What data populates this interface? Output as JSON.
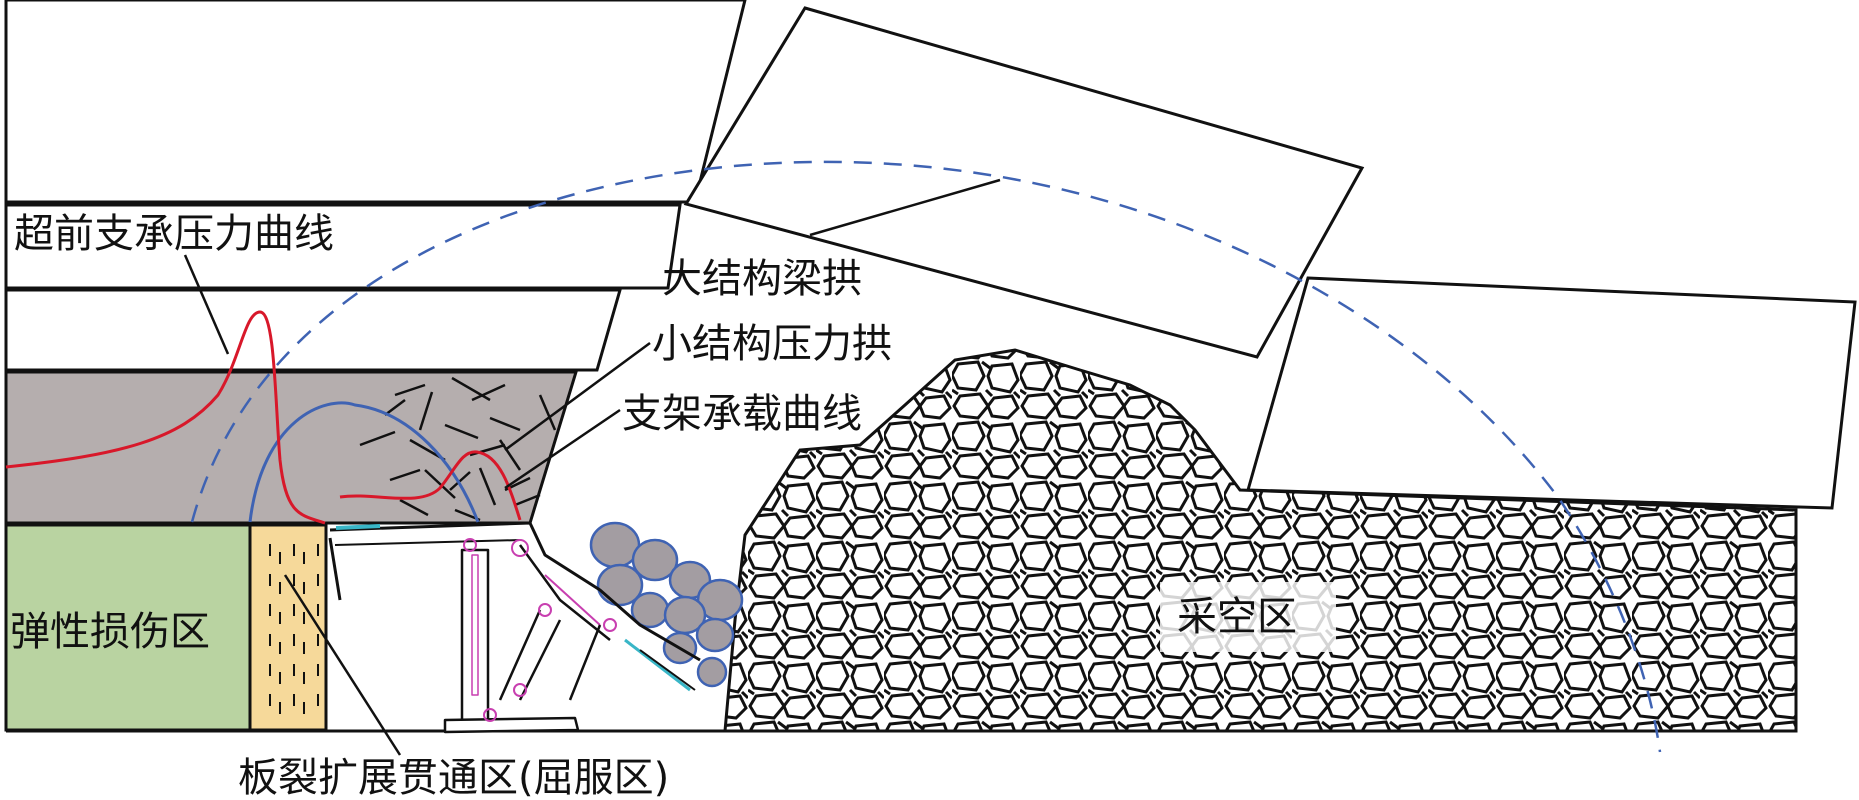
{
  "labels": {
    "abutment_pressure_curve": "超前支承压力曲线",
    "large_structure_beam_arch": "大结构梁拱",
    "small_structure_pressure_arch": "小结构压力拱",
    "support_load_curve": "支架承载曲线",
    "elastic_damage_zone": "弹性损伤区",
    "goaf": "采空区",
    "plate_crack_zone": "板裂扩展贯通区(屈服区)"
  },
  "colors": {
    "damage_zone": "#b9d3a1",
    "yield_zone": "#f6d99a",
    "immediate_roof": "#b5aeae",
    "pressure_curve": "#d8182a",
    "small_arch": "#3f63b3",
    "large_arch_dashed": "#3f63b3",
    "rock_fragments": "#a39da2",
    "support_frame": "#c83fb0",
    "support_accent": "#39b6c7"
  },
  "icons": {
    "support": "hydraulic-support-icon",
    "goaf_fill": "caved-rock-pattern"
  }
}
